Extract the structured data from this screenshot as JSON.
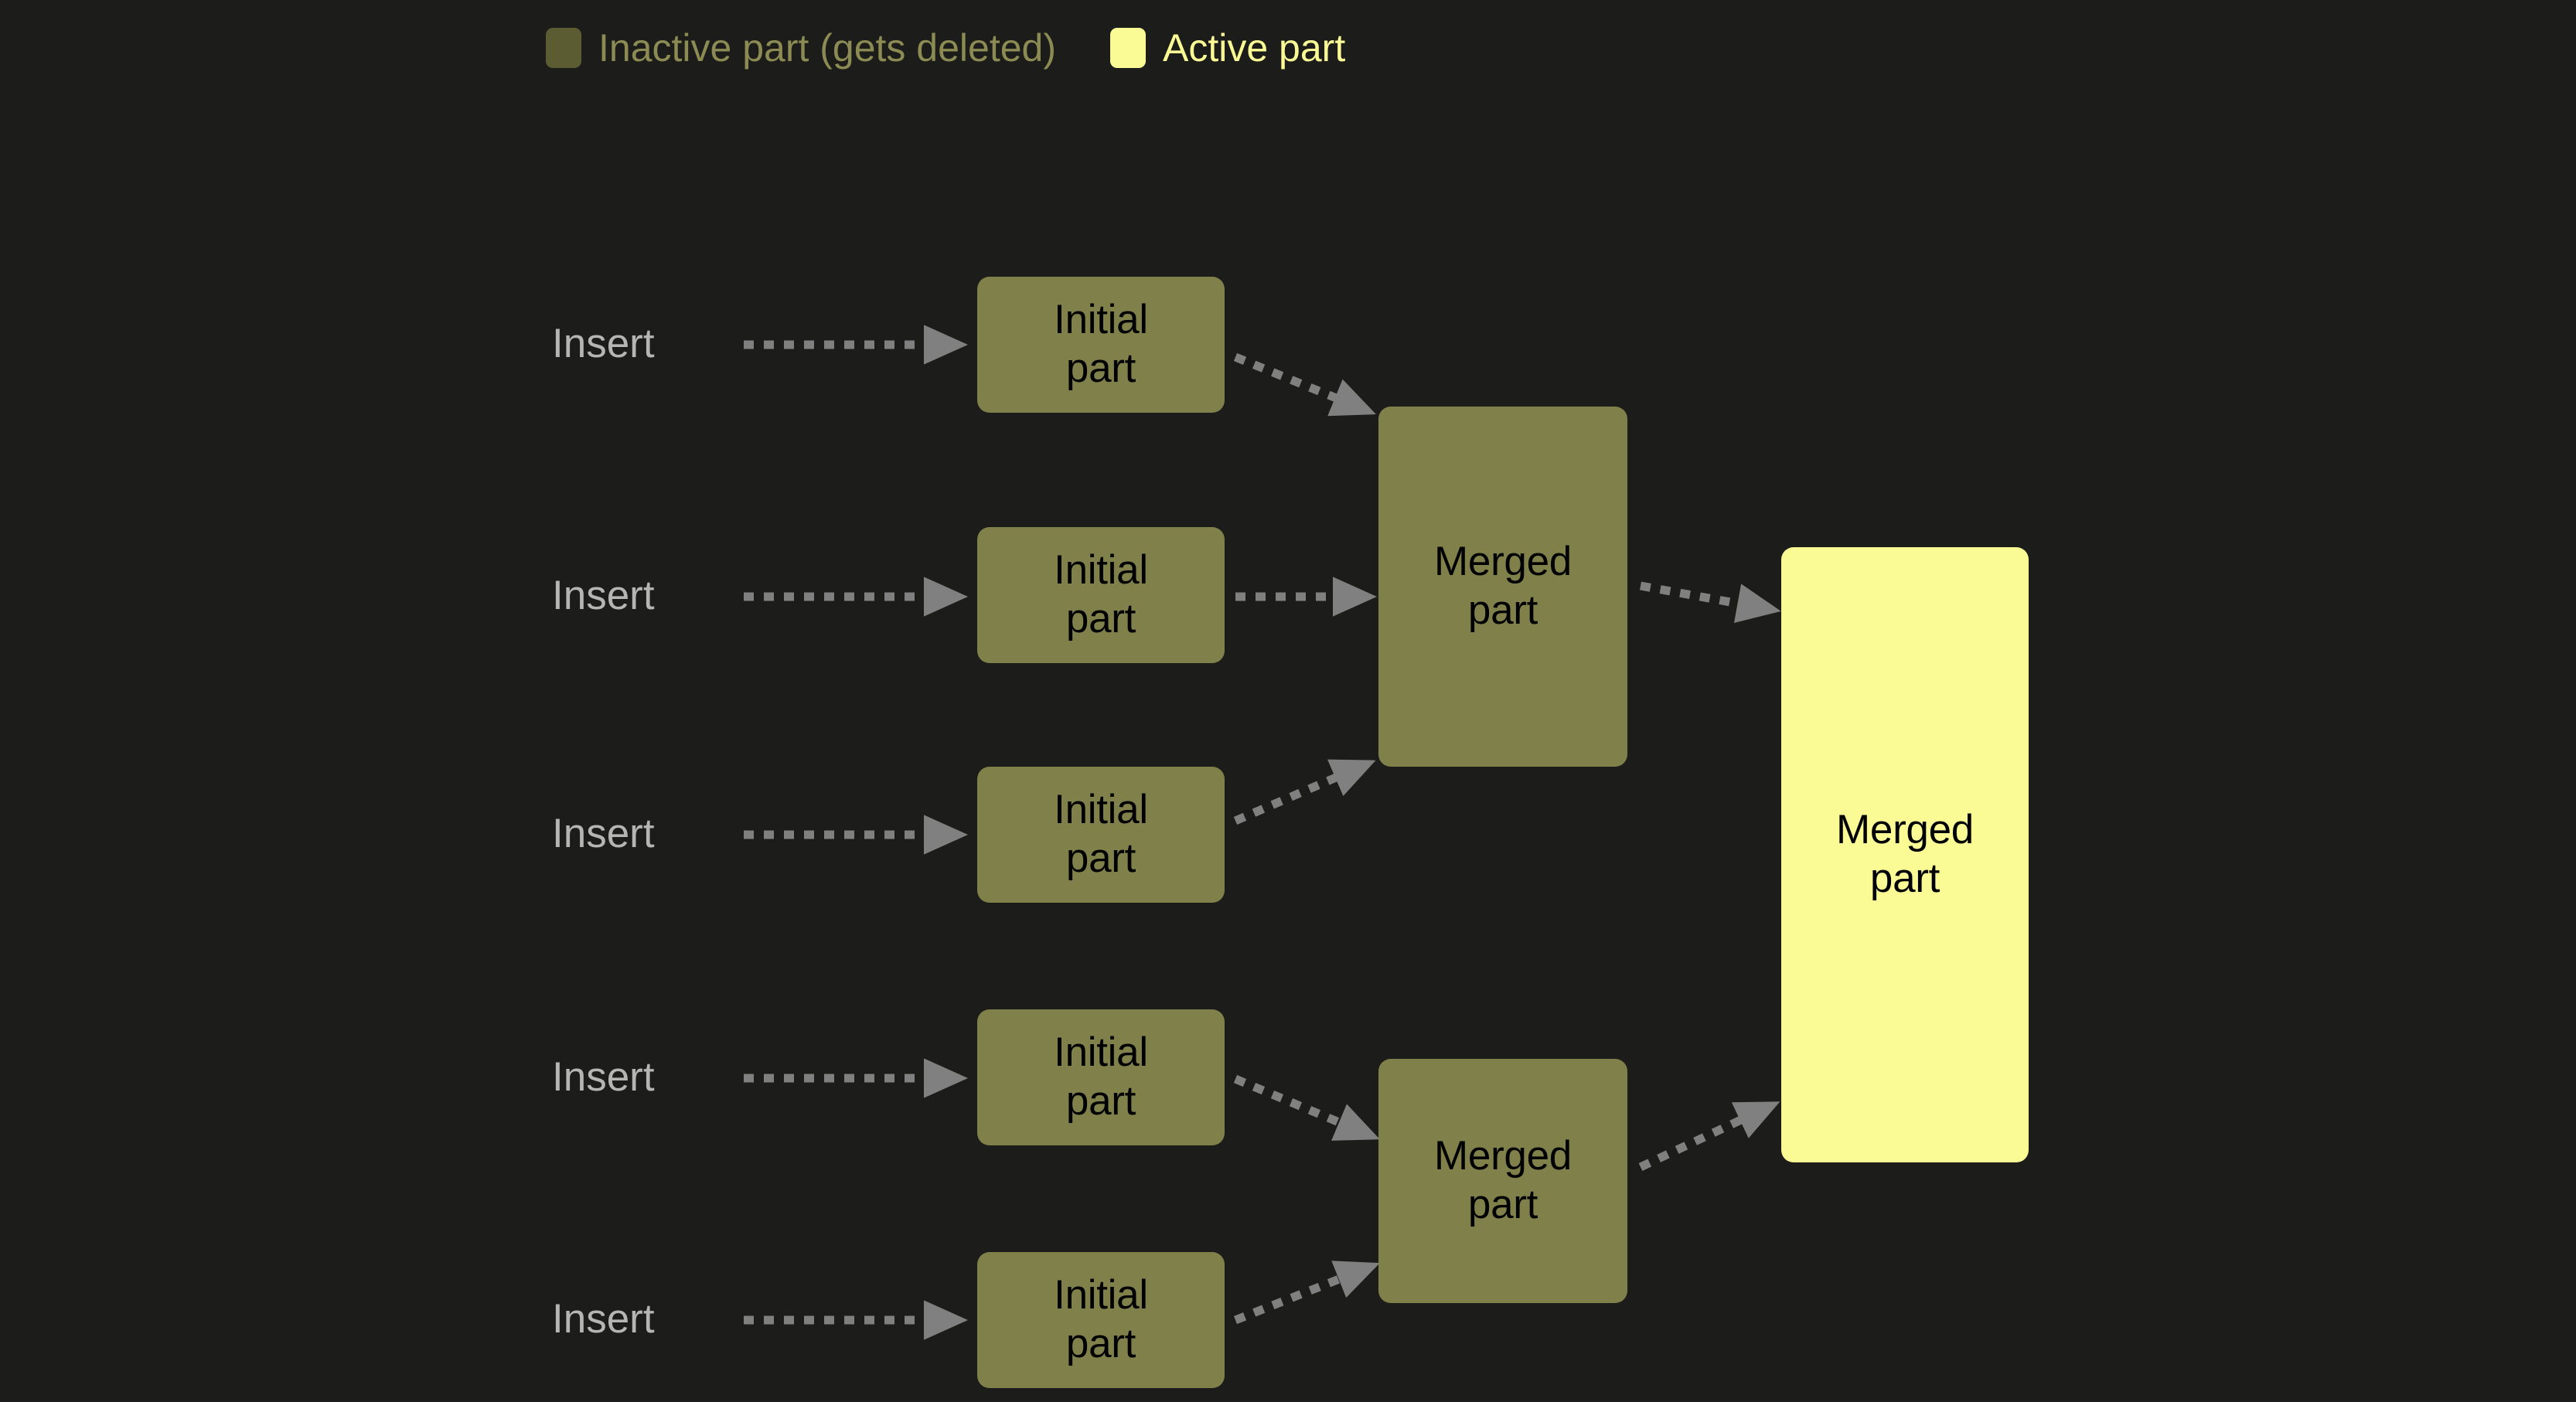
{
  "legend": {
    "items": [
      {
        "swatch": "inactive-part-swatch",
        "label": "Inactive part (gets deleted)",
        "color": "#5c5c33",
        "text_color": "#8b8b53"
      },
      {
        "swatch": "active-part-swatch",
        "label": "Active part",
        "color": "#fbfb96",
        "text_color": "#fbfb96"
      }
    ]
  },
  "colors": {
    "background": "#1c1c1a",
    "inactive_fill": "#80804a",
    "active_fill": "#fbfb96",
    "arrow": "#808080",
    "insert_text": "#b5b5b5",
    "node_text": "#000000"
  },
  "diagram": {
    "type": "flow",
    "insert_labels": [
      {
        "text": "Insert"
      },
      {
        "text": "Insert"
      },
      {
        "text": "Insert"
      },
      {
        "text": "Insert"
      },
      {
        "text": "Insert"
      }
    ],
    "initial_parts": [
      {
        "line1": "Initial",
        "line2": "part",
        "state": "inactive"
      },
      {
        "line1": "Initial",
        "line2": "part",
        "state": "inactive"
      },
      {
        "line1": "Initial",
        "line2": "part",
        "state": "inactive"
      },
      {
        "line1": "Initial",
        "line2": "part",
        "state": "inactive"
      },
      {
        "line1": "Initial",
        "line2": "part",
        "state": "inactive"
      }
    ],
    "merged_parts": [
      {
        "line1": "Merged",
        "line2": "part",
        "state": "inactive"
      },
      {
        "line1": "Merged",
        "line2": "part",
        "state": "inactive"
      }
    ],
    "final_part": {
      "line1": "Merged",
      "line2": "part",
      "state": "active"
    }
  }
}
